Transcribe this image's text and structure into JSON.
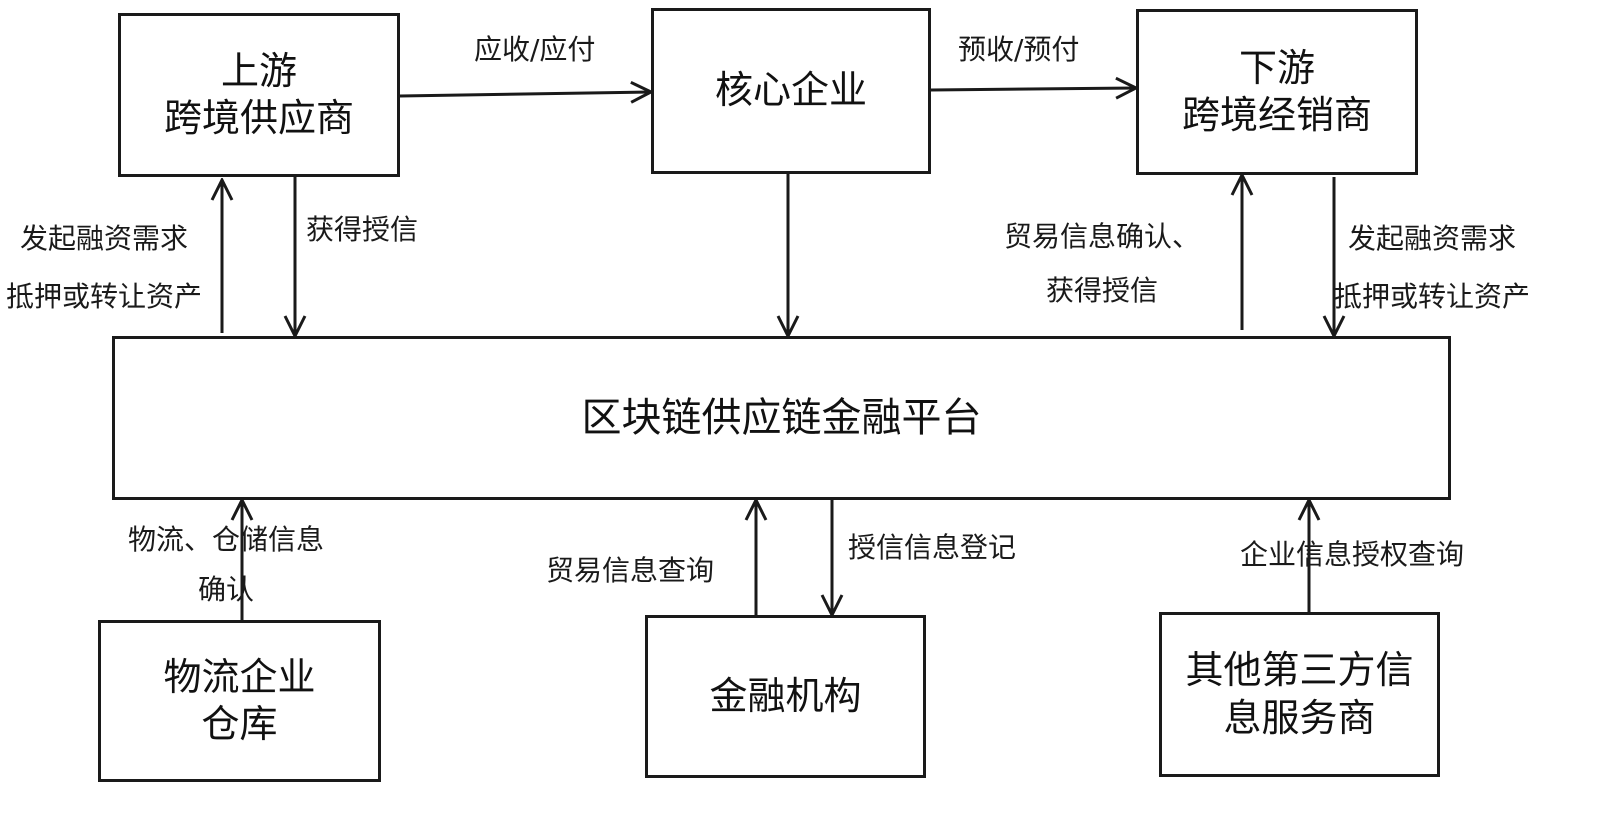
{
  "nodes": {
    "upstream": {
      "line1": "上游",
      "line2": "跨境供应商"
    },
    "core": {
      "label": "核心企业"
    },
    "downstream": {
      "line1": "下游",
      "line2": "跨境经销商"
    },
    "platform": {
      "label": "区块链供应链金融平台"
    },
    "logistics": {
      "line1": "物流企业",
      "line2": "仓库"
    },
    "finance": {
      "label": "金融机构"
    },
    "third_party": {
      "line1": "其他第三方信",
      "line2": "息服务商"
    }
  },
  "edge_labels": {
    "upstream_to_core": "应收/应付",
    "core_to_downstream": "预收/预付",
    "upstream_request": {
      "line1": "发起融资需求",
      "line2": "抵押或转让资产"
    },
    "upstream_credit": "获得授信",
    "downstream_confirm": {
      "line1": "贸易信息确认、",
      "line2": "获得授信"
    },
    "downstream_request": {
      "line1": "发起融资需求",
      "line2": "抵押或转让资产"
    },
    "logistics_confirm": {
      "line1": "物流、仓储信息",
      "line2": "确认"
    },
    "finance_query": "贸易信息查询",
    "finance_register": "授信信息登记",
    "third_party_query": "企业信息授权查询"
  },
  "colors": {
    "stroke": "#1a1a1a",
    "background": "#ffffff"
  }
}
